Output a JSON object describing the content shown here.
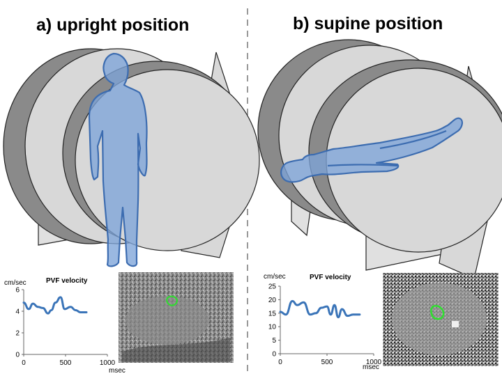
{
  "panels": [
    {
      "title": "a) upright position",
      "chart_data": {
        "type": "line",
        "title": "PVF velocity",
        "ylabel": "cm/sec",
        "xlabel": "msec",
        "ylim": [
          0,
          6
        ],
        "xlim": [
          0,
          1000
        ],
        "yticks": [
          "0",
          "2",
          "4",
          "6"
        ],
        "xticks": [
          "0",
          "500",
          "1000"
        ],
        "series": [
          {
            "color": "#3a74b8",
            "x": [
              0,
              60,
              110,
              170,
              230,
              290,
              330,
              380,
              440,
              490,
              560,
              620,
              680,
              750
            ],
            "y": [
              4.8,
              4.2,
              4.7,
              4.4,
              4.3,
              3.8,
              4.1,
              4.8,
              5.3,
              4.2,
              4.4,
              4.1,
              3.9,
              3.9
            ]
          }
        ]
      }
    },
    {
      "title": "b) supine position",
      "chart_data": {
        "type": "line",
        "title": "PVF velocity",
        "ylabel": "cm/sec",
        "xlabel": "msec",
        "ylim": [
          0,
          25
        ],
        "xlim": [
          0,
          1000
        ],
        "yticks": [
          "0",
          "5",
          "10",
          "15",
          "20",
          "25"
        ],
        "xticks": [
          "0",
          "500",
          "1000"
        ],
        "series": [
          {
            "color": "#3a74b8",
            "x": [
              0,
              60,
              130,
              180,
              250,
              320,
              380,
              440,
              500,
              540,
              580,
              620,
              660,
              720,
              780,
              850
            ],
            "y": [
              15.5,
              14.5,
              19.5,
              18.0,
              19.0,
              14.5,
              15.0,
              17.0,
              17.5,
              14.5,
              18.0,
              13.5,
              16.5,
              14.0,
              14.5,
              14.5
            ]
          }
        ]
      }
    }
  ]
}
